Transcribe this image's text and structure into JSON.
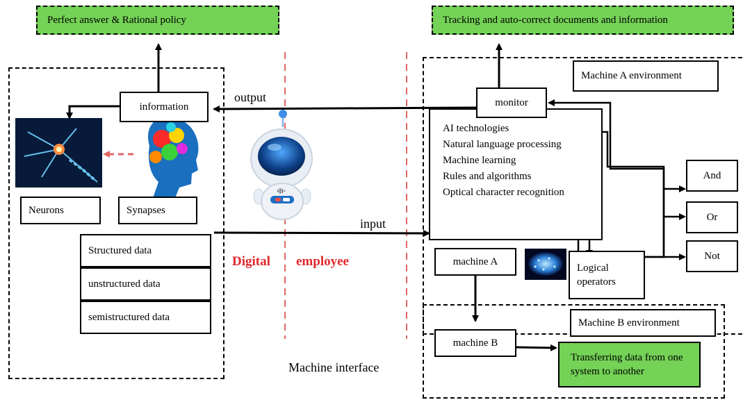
{
  "top": {
    "left_result": "Perfect answer & Rational policy",
    "right_result": "Tracking and auto-correct documents and information"
  },
  "left_panel": {
    "information": "information",
    "neurons": "Neurons",
    "synapses": "Synapses",
    "data_types": [
      "Structured data",
      "unstructured data",
      "semistructured data"
    ]
  },
  "center": {
    "output_label": "output",
    "input_label": "input",
    "digital": "Digital",
    "employee": "employee",
    "machine_interface": "Machine interface"
  },
  "right_panel": {
    "machine_a_env": "Machine A environment",
    "monitor": "monitor",
    "technologies": [
      "AI technologies",
      "Natural language processing",
      "Machine learning",
      "Rules and algorithms",
      "Optical character recognition"
    ],
    "gates": [
      "And",
      "Or",
      "Not"
    ],
    "machine_a": "machine A",
    "logical_operators": "Logical operators",
    "machine_b_env": "Machine B environment",
    "machine_b": "machine B",
    "transfer": "Transferring data from one system to another"
  },
  "colors": {
    "green": "#74d256",
    "red_divider": "#e06666",
    "red_text": "#e0282b",
    "robot_blue": "#1f6fc4"
  }
}
